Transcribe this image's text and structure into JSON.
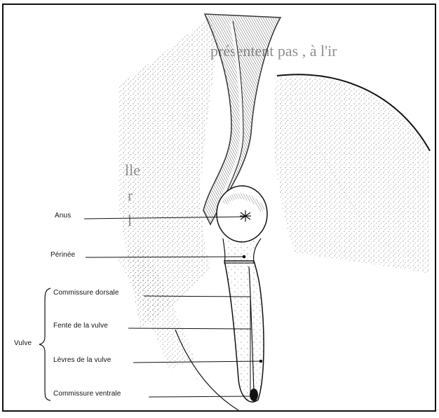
{
  "labels": {
    "anus": "Anus",
    "perinee": "Périnée",
    "commissure_dorsale": "Commissure dorsale",
    "fente": "Fente de la vulve",
    "levres": "Lèvres de la vulve",
    "commissure_ventrale": "Commissure ventrale",
    "vulve": "Vulve"
  },
  "bleed_text": {
    "line1": "présentent pas                           , à l'ir",
    "line2": "lle",
    "line3": "r",
    "line4": "l"
  }
}
